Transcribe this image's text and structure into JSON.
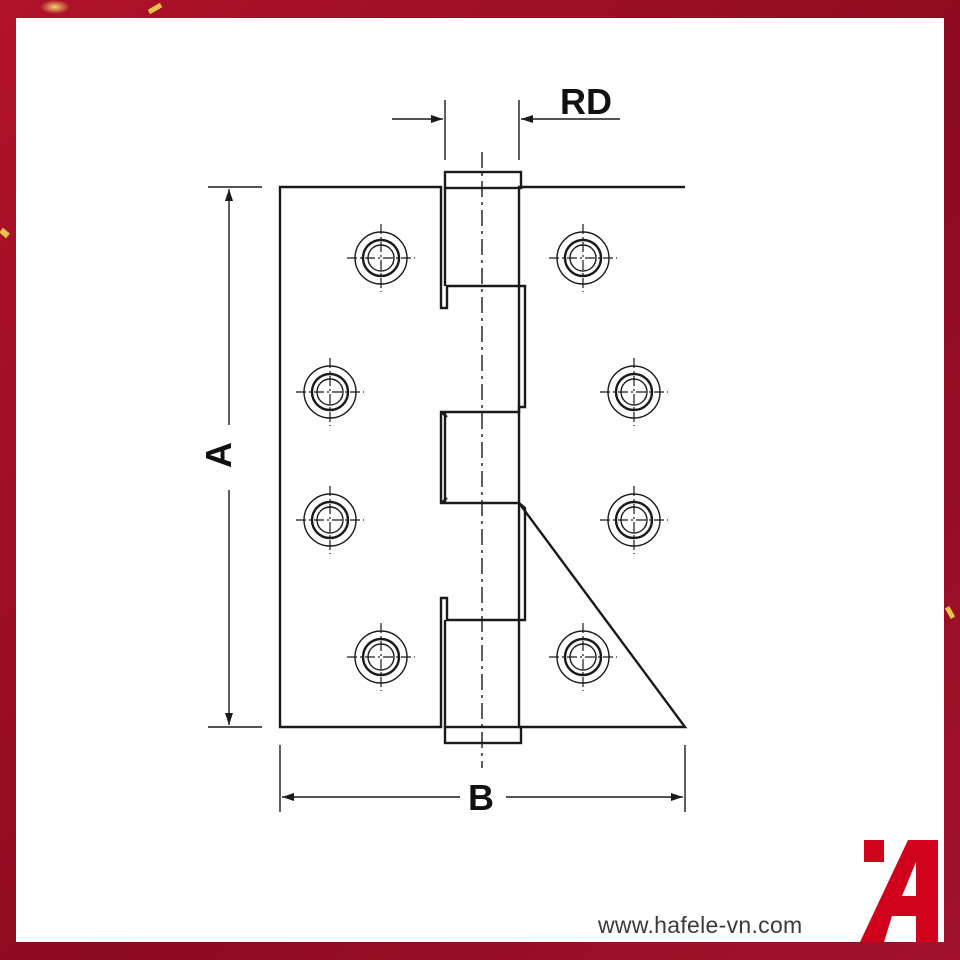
{
  "dimensions": {
    "rd_label": "RD",
    "a_label": "A",
    "b_label": "B"
  },
  "footer": {
    "website": "www.hafele-vn.com"
  },
  "colors": {
    "frame": "#a8102a",
    "line": "#1a1a1a",
    "brand_red": "#d0021b"
  },
  "icons": {
    "logo": "hafele-logo-icon"
  }
}
